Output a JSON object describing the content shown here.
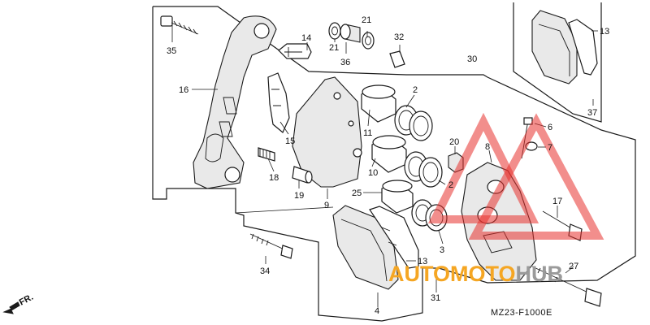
{
  "diagram": {
    "code": "MZ23-F1000E",
    "direction_label": "FR.",
    "callouts": [
      {
        "id": "c1",
        "text": "35"
      },
      {
        "id": "c2",
        "text": "16"
      },
      {
        "id": "c3",
        "text": "14"
      },
      {
        "id": "c4",
        "text": "21"
      },
      {
        "id": "c5",
        "text": "21"
      },
      {
        "id": "c6",
        "text": "36"
      },
      {
        "id": "c7",
        "text": "32"
      },
      {
        "id": "c8",
        "text": "30"
      },
      {
        "id": "c9",
        "text": "2"
      },
      {
        "id": "c10",
        "text": "11"
      },
      {
        "id": "c11",
        "text": "15"
      },
      {
        "id": "c12",
        "text": "10"
      },
      {
        "id": "c13",
        "text": "18"
      },
      {
        "id": "c14",
        "text": "19"
      },
      {
        "id": "c15",
        "text": "9"
      },
      {
        "id": "c16",
        "text": "25"
      },
      {
        "id": "c17",
        "text": "2"
      },
      {
        "id": "c18",
        "text": "20"
      },
      {
        "id": "c19",
        "text": "8"
      },
      {
        "id": "c20",
        "text": "6"
      },
      {
        "id": "c21",
        "text": "7"
      },
      {
        "id": "c22",
        "text": "17"
      },
      {
        "id": "c23",
        "text": "3"
      },
      {
        "id": "c24",
        "text": "13"
      },
      {
        "id": "c25",
        "text": "37"
      },
      {
        "id": "c26",
        "text": "34"
      },
      {
        "id": "c27",
        "text": "13"
      },
      {
        "id": "c28",
        "text": "31"
      },
      {
        "id": "c29",
        "text": "4"
      },
      {
        "id": "c30",
        "text": "27"
      }
    ]
  },
  "watermark": {
    "part1": "AUTO",
    "part2": "MOTO",
    "part3": "HUB",
    "color_orange": "#f5a623",
    "color_gray": "#9a9a9a",
    "color_red": "#e8322e"
  }
}
